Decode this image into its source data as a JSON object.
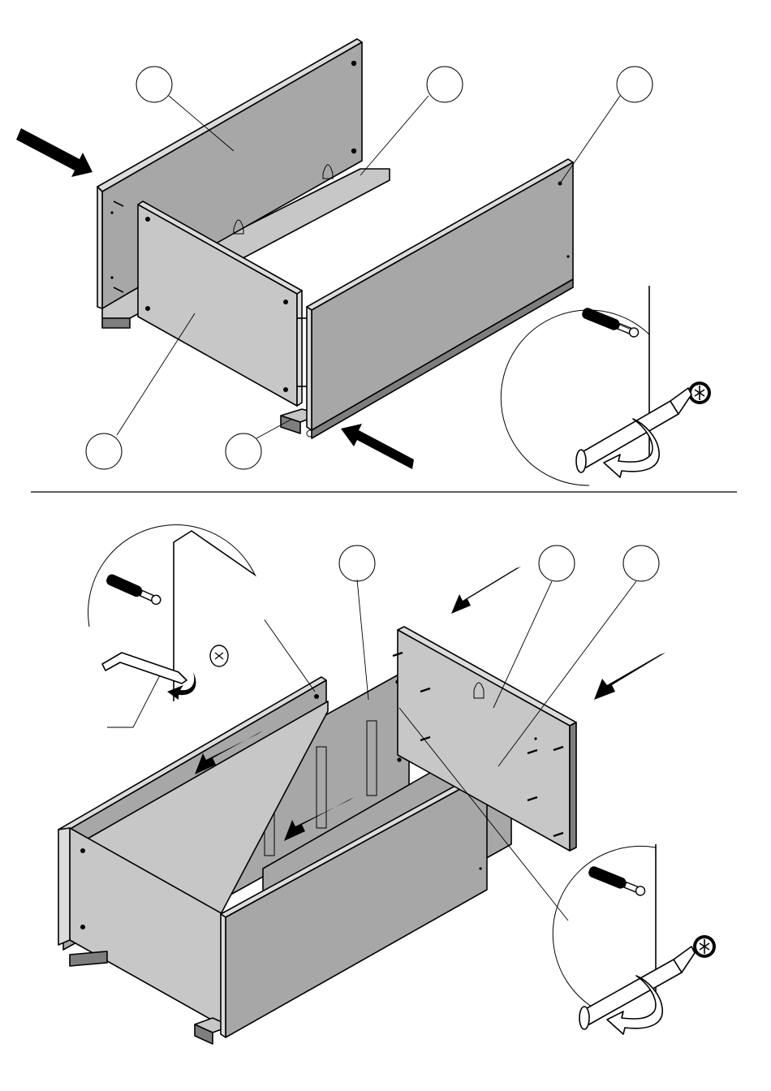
{
  "diagram": {
    "type": "assembly-instructions",
    "colors": {
      "panel_face": "#a7a7a7",
      "panel_light": "#c7c7c7",
      "panel_edge": "#dcdcdc",
      "panel_dark": "#7e7e7e",
      "ink": "#000000",
      "paper": "#ffffff"
    },
    "steps": [
      {
        "id": "step-1",
        "part_callouts": [
          "",
          "",
          "",
          "",
          ""
        ],
        "detail_icons": [
          "cam-bolt-icon",
          "cam-lock-icon",
          "screwdriver-icon",
          "rotate-arrow-icon"
        ],
        "direction_arrows": 2
      },
      {
        "id": "step-2",
        "part_callouts": [
          "",
          "",
          ""
        ],
        "detail_icons": [
          "cam-bolt-icon",
          "hex-key-icon",
          "cam-lock-icon",
          "screwdriver-icon",
          "rotate-arrow-icon"
        ],
        "direction_arrows": 5
      }
    ]
  }
}
